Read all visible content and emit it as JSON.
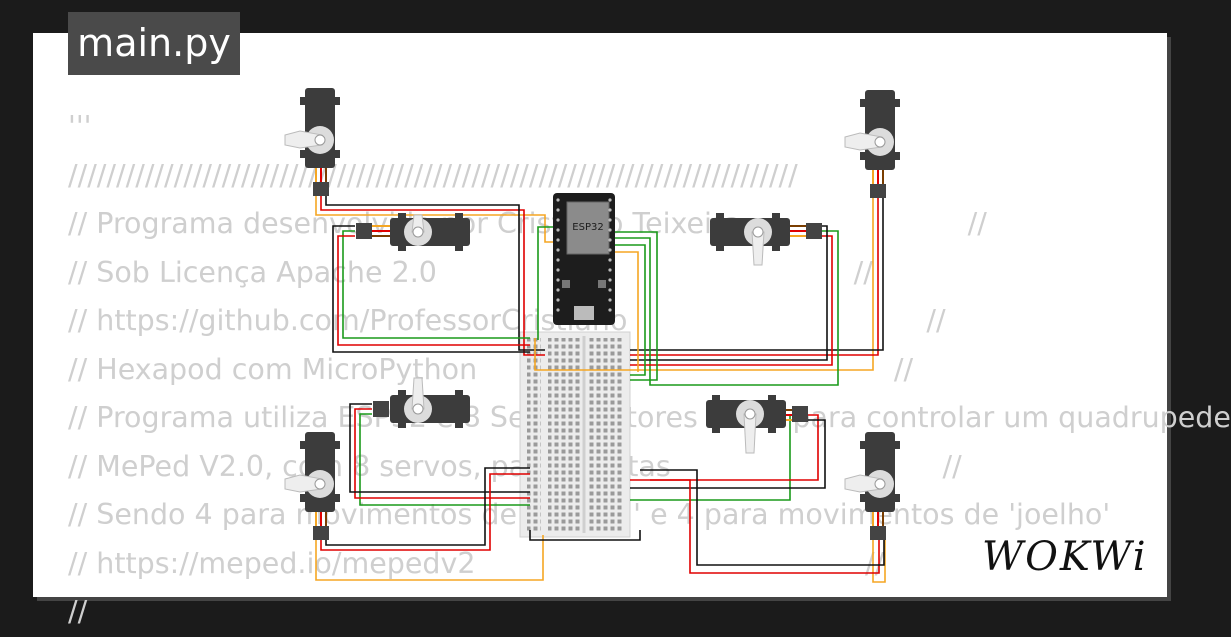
{
  "tab": {
    "filename": "main.py"
  },
  "code": {
    "lines": [
      "'''",
      "////////////////////////////////////////////////////////////////////////////",
      "// Programa desenvolvido por Cristiano Teixeira                         //",
      "// Sob Licença Apache 2.0                                              //",
      "// https://github.com/ProfessorCristiano                                 //",
      "// Hexapod com MicroPython                                              //",
      "// Programa utiliza ESP32 e 8 Servo motores SG90 para controlar um quadrupede",
      "// MePed V2.0, com 8 servos, para 4 patas                              //",
      "// Sendo 4 para movimentos de 'quadril' e 4 para movimentos de 'joelho'",
      "// https://meped.io/mepedv2                                           //",
      "// "
    ]
  },
  "board": {
    "label": "ESP32"
  },
  "brand": {
    "logo_text": "WOKWi"
  },
  "colors": {
    "background": "#1b1b1b",
    "card": "#ffffff",
    "tab": "#4a4a4a",
    "code_text": "#cfcfcf",
    "wire_red": "#e00000",
    "wire_black": "#111111",
    "wire_orange": "#f5a623",
    "wire_green": "#1a9a1a",
    "servo_body": "#3c3c3c"
  }
}
